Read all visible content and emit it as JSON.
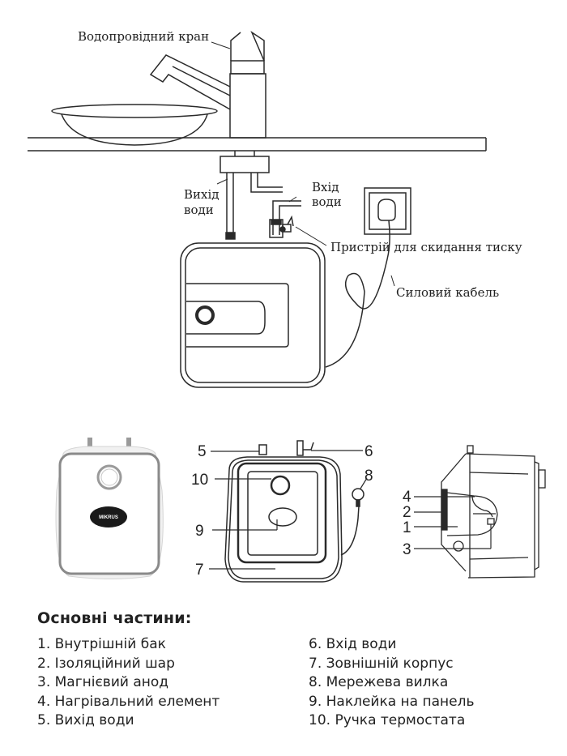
{
  "installation_diagram": {
    "labels": {
      "faucet": "Водопровідний кран",
      "water_outlet_line1": "Вихід",
      "water_outlet_line2": "води",
      "water_inlet_line1": "Вхід",
      "water_inlet_line2": "води",
      "pressure_relief": "Пристрій для скидання тиску",
      "power_cable": "Силовий кабель"
    }
  },
  "product_photo": {
    "brand": "MIKRUS"
  },
  "callouts": [
    "1",
    "2",
    "3",
    "4",
    "5",
    "6",
    "7",
    "8",
    "9",
    "10"
  ],
  "parts": {
    "title": "Основні частини:",
    "left": [
      "1. Внутрішній бак",
      "2. Ізоляційний шар",
      "3. Магнієвий анод",
      "4. Нагрівальний елемент",
      "5. Вихід води"
    ],
    "right": [
      "6. Вхід води",
      "7. Зовнішній корпус",
      "8. Мережева вилка",
      "9. Наклейка на панель",
      "10. Ручка термостата"
    ]
  },
  "colors": {
    "line": "#2a2a2a",
    "text": "#222222",
    "photo_border": "#8a8a8a",
    "photo_body": "#f2f2f2"
  }
}
